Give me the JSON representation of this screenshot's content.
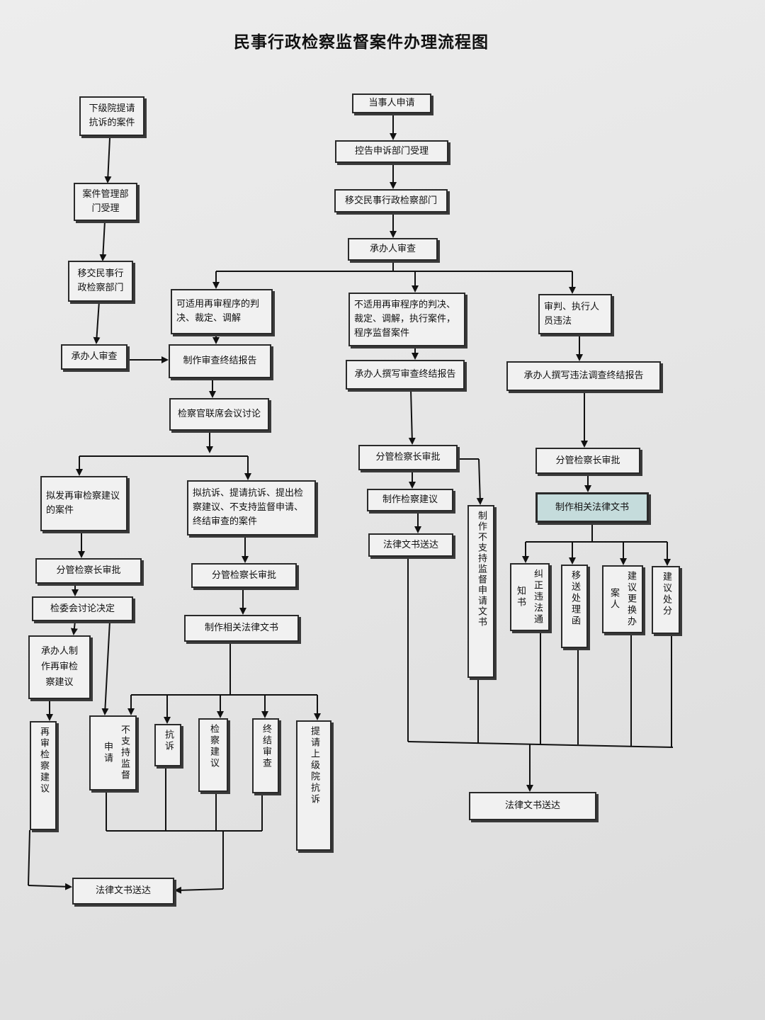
{
  "title": "民事行政检察监督案件办理流程图",
  "nodes": {
    "n_xiaji": "下级院提请抗诉的案件",
    "n_anguan": "案件管理部门受理",
    "n_yijiao_l": "移交民事行政检察部门",
    "n_chengban_l": "承办人审查",
    "n_dangshi": "当事人申请",
    "n_konggao": "控告申诉部门受理",
    "n_yijiao_c": "移交民事行政检察部门",
    "n_chengban": "承办人审查",
    "n_keshi": "可适用再审程序的判决、裁定、调解",
    "n_bushi": "不适用再审程序的判决、裁定、调解，执行案件，程序监督案件",
    "n_shenpan": "审判、执行人员违法",
    "n_zhizuo_zj": "制作审查终结报告",
    "n_chengban_zj": "承办人撰写审查终结报告",
    "n_chengban_wf": "承办人撰写违法调查终结报告",
    "n_lianxi": "检察官联席会议讨论",
    "n_nifa": "拟发再审检察建议的案件",
    "n_kangsu": "拟抗诉、提请抗诉、提出检察建议、不支持监督申请、终结审查的案件",
    "n_fg_a": "分管检察长审批",
    "n_fg_b": "分管检察长审批",
    "n_fg_c": "分管检察长审批",
    "n_fg_d": "分管检察长审批",
    "n_jianwei": "检委会讨论决定",
    "n_chengban_zs": "承办人制作再审检察建议",
    "n_zhizuo_fl_b": "制作相关法律文书",
    "n_zhizuo_fl_d": "制作相关法律文书",
    "n_zaishen": "再审检察建议",
    "n_buzhichi": "不支持监督申请",
    "n_kangsu2": "抗诉",
    "n_jianchajy": "检察建议",
    "n_zhongjie": "终结审查",
    "n_tiqing": "提请上级院抗诉",
    "n_songda_a": "法律文书送达",
    "n_zhizuo_jy": "制作检察建议",
    "n_songda_c": "法律文书送达",
    "n_zhizuo_bzc": "制作不支持监督申请文书",
    "n_jiuzheng": "纠正违法通知书",
    "n_yisong": "移送处理函",
    "n_jianyi_gh": "建议更换办案人",
    "n_jianyi_cf": "建议处分",
    "n_songda_final": "法律文书送达"
  }
}
